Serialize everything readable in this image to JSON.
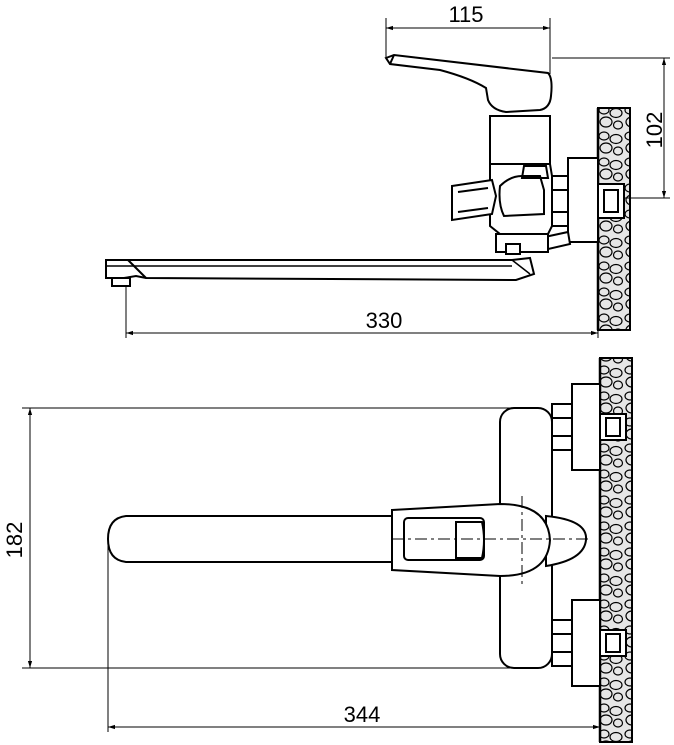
{
  "dimensions": {
    "handle_reach": "115",
    "handle_height": "102",
    "spout_length_side": "330",
    "overall_height": "182",
    "spout_length_top": "344"
  },
  "colors": {
    "line": "#000000",
    "wall_fill": "#e6e6e6",
    "background": "#ffffff"
  }
}
